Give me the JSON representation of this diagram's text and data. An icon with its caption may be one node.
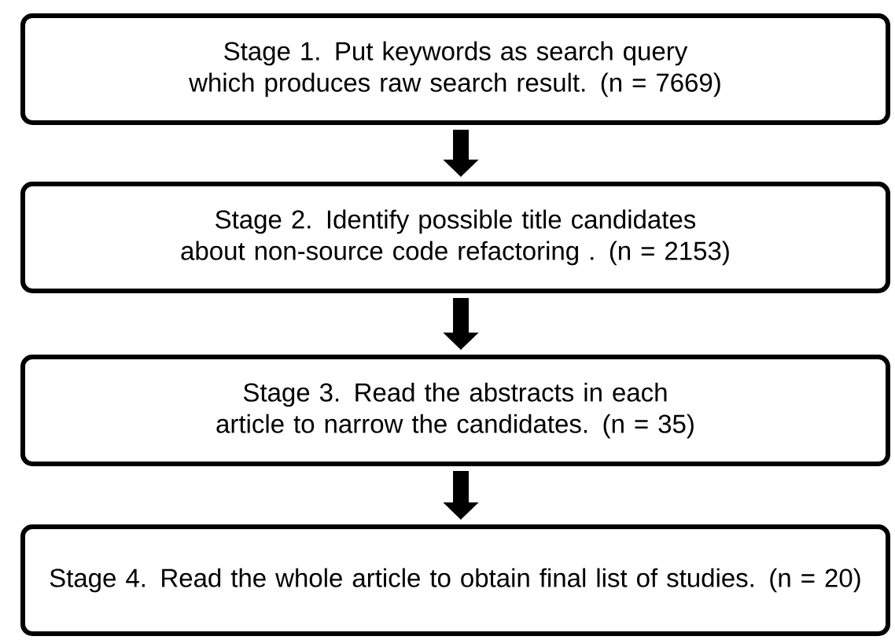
{
  "diagram": {
    "nodes": [
      {
        "text": [
          "Stage 1. Put keywords as search query which produces raw search result. (n = 7669)"
        ]
      },
      {
        "text": [
          "Stage 2. Identify possible title candidates about non-source code refactoring . (n = 2153)"
        ]
      },
      {
        "text": [
          "Stage 3. Read the abstracts in each article to narrow the candidates. (n = 35)"
        ]
      },
      {
        "text": [
          "Stage 4. Read the whole article to obtain final list of studies. (n = 20)"
        ]
      }
    ],
    "edges": [
      {
        "from": 0,
        "to": 1,
        "arrow": "to"
      },
      {
        "from": 1,
        "to": 2,
        "arrow": "to"
      },
      {
        "from": 2,
        "to": 3,
        "arrow": "to"
      }
    ]
  }
}
